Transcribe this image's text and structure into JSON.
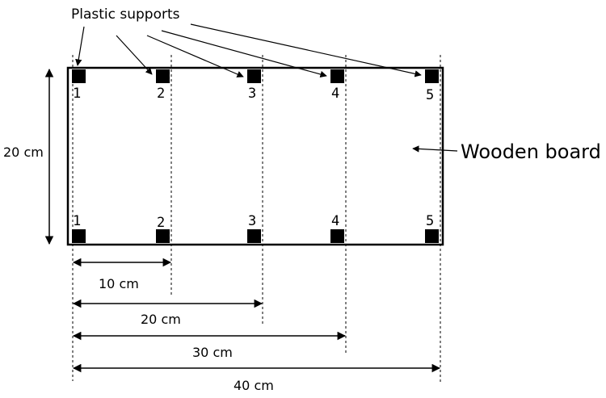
{
  "labels": {
    "plastic_supports": "Plastic supports",
    "wooden_board": "Wooden board",
    "height": "20 cm"
  },
  "support_numbers": [
    "1",
    "2",
    "3",
    "4",
    "5"
  ],
  "dimensions": [
    "10 cm",
    "20 cm",
    "30 cm",
    "40 cm"
  ]
}
